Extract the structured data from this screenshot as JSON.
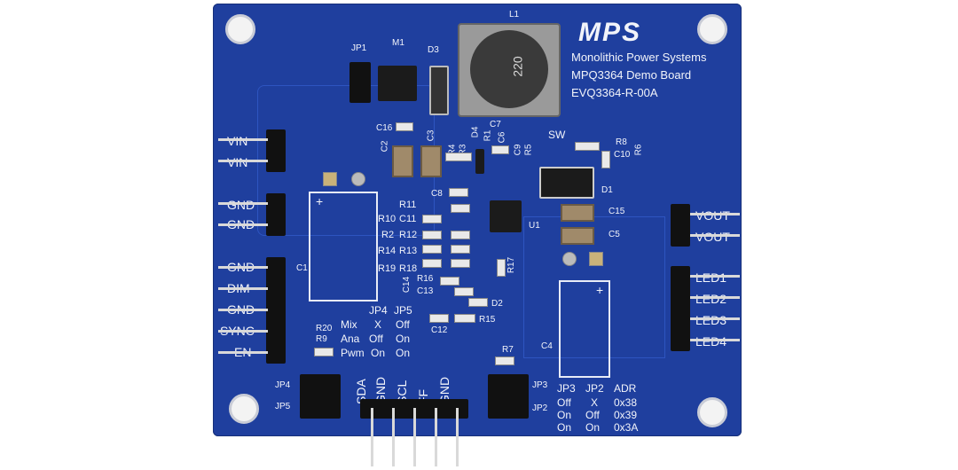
{
  "brand": {
    "logo_text": "MPS",
    "company": "Monolithic Power Systems",
    "board_name": "MPQ3364 Demo Board",
    "part_number": "EVQ3364-R-00A"
  },
  "refs": {
    "L1": "L1",
    "JP1": "JP1",
    "M1": "M1",
    "D3": "D3",
    "C16": "C16",
    "C2": "C2",
    "C3": "C3",
    "D4": "D4",
    "R4": "R4",
    "R3": "R3",
    "R1": "R1",
    "C7": "C7",
    "C6": "C6",
    "C9": "C9",
    "R5": "R5",
    "SW": "SW",
    "R8": "R8",
    "C10": "C10",
    "R6": "R6",
    "D1": "D1",
    "C8": "C8",
    "R11": "R11",
    "R10": "R10",
    "C11": "C11",
    "R2": "R2",
    "R12": "R12",
    "R14": "R14",
    "R13": "R13",
    "R19": "R19",
    "R18": "R18",
    "U1": "U1",
    "C15": "C15",
    "C5": "C5",
    "R17": "R17",
    "C1": "C1",
    "C14": "C14",
    "C13": "C13",
    "R16": "R16",
    "D2": "D2",
    "C12": "C12",
    "R15": "R15",
    "R20": "R20",
    "R9": "R9",
    "R7": "R7",
    "C4": "C4",
    "JP4": "JP4",
    "JP5": "JP5",
    "JP3": "JP3",
    "JP2": "JP2",
    "inductor_mark": "220"
  },
  "left_connectors": [
    "VIN",
    "VIN",
    "GND",
    "GND",
    "GND",
    "DIM",
    "GND",
    "SYNC",
    "EN"
  ],
  "right_connectors": [
    "VOUT",
    "VOUT",
    "LED1",
    "LED2",
    "LED3",
    "LED4"
  ],
  "bottom_connectors": [
    "SDA",
    "GND",
    "SCL",
    "FF",
    "GND"
  ],
  "mode_table": {
    "headers": [
      "JP4",
      "JP5"
    ],
    "rows": [
      [
        "Mix",
        "X",
        "Off"
      ],
      [
        "Ana",
        "Off",
        "On"
      ],
      [
        "Pwm",
        "On",
        "On"
      ]
    ]
  },
  "addr_table": {
    "headers": [
      "JP3",
      "JP2",
      "ADR"
    ],
    "rows": [
      [
        "Off",
        "X",
        "0x38"
      ],
      [
        "On",
        "Off",
        "0x39"
      ],
      [
        "On",
        "On",
        "0x3A"
      ]
    ]
  },
  "colors": {
    "pcb": "#1f3f9e",
    "silkscreen": "#f2f4fa"
  }
}
